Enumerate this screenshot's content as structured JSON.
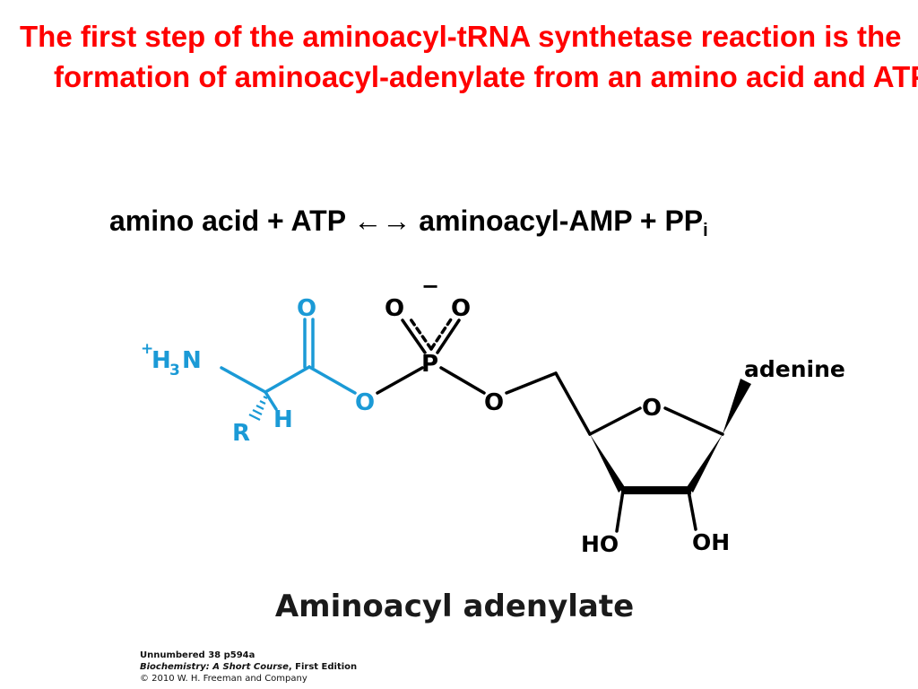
{
  "title": "The first step of the aminoacyl-tRNA synthetase reaction is the formation of aminoacyl-adenylate from an amino acid and ATP",
  "equation": {
    "left": "amino acid + ATP",
    "arrows": "←→",
    "right": "aminoacyl-AMP + PP",
    "subscript": "i"
  },
  "molecule": {
    "amine_charge": "+",
    "amine_h": "H",
    "amine_sub": "3",
    "amine_n": "N",
    "r_group": "R",
    "alpha_h": "H",
    "carbonyl_o": "O",
    "ester_o": "O",
    "phosphorus": "P",
    "phosphate_o_left": "O",
    "phosphate_o_right": "O",
    "phosphate_charge": "−",
    "bridge_o": "O",
    "ring_o": "O",
    "adenine": "adenine",
    "hydroxyl_left": "HO",
    "hydroxyl_right": "OH",
    "colors": {
      "amino_acid": "#1b9ad6",
      "backbone": "#000000"
    }
  },
  "caption": "Aminoacyl adenylate",
  "credits": {
    "line1": "Unnumbered 38 p594a",
    "line2_title": "Biochemistry: A Short Course",
    "line2_rest": ", First Edition",
    "line3": "© 2010 W. H. Freeman and Company"
  }
}
